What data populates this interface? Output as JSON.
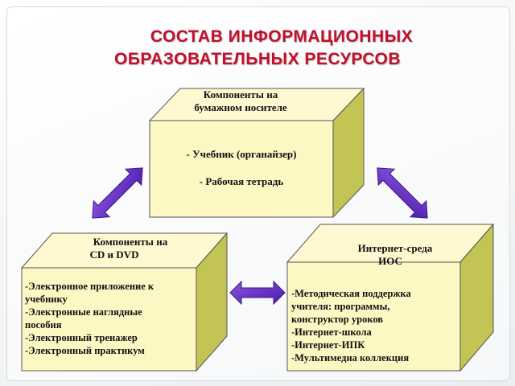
{
  "title": {
    "line1": "СОСТАВ ИНФОРМАЦИОННЫХ",
    "line2": "ОБРАЗОВАТЕЛЬНЫХ РЕСУРСОВ"
  },
  "colors": {
    "title": "#c0102c",
    "box_front": "#fdf7c4",
    "box_side": "#bfc14a",
    "box_top": "#fff8d0",
    "arrow": "#6a2fc8"
  },
  "paper_box": {
    "header_line1": "Компоненты на",
    "header_line2": "бумажном носителе",
    "items": [
      "- Учебник (органайзер)",
      "- Рабочая тетрадь"
    ]
  },
  "cd_box": {
    "header_line1": "Компоненты на",
    "header_line2": "CD и DVD",
    "items": [
      "-Электронное приложение к",
      "учебнику",
      "-Электронные наглядные",
      "пособия",
      "-Электронный тренажер",
      "-Электронный практикум"
    ]
  },
  "internet_box": {
    "header_line1": "Интернет-среда",
    "header_line2": "ИОС",
    "items": [
      "-Методическая поддержка",
      "учителя: программы,",
      "конструктор уроков",
      "-Интернет-школа",
      "-Интернет-ИПК",
      "-Мультимедиа коллекция"
    ]
  },
  "arrows": [
    "double-arrow-left-diagonal",
    "double-arrow-right-diagonal",
    "double-arrow-horizontal"
  ]
}
